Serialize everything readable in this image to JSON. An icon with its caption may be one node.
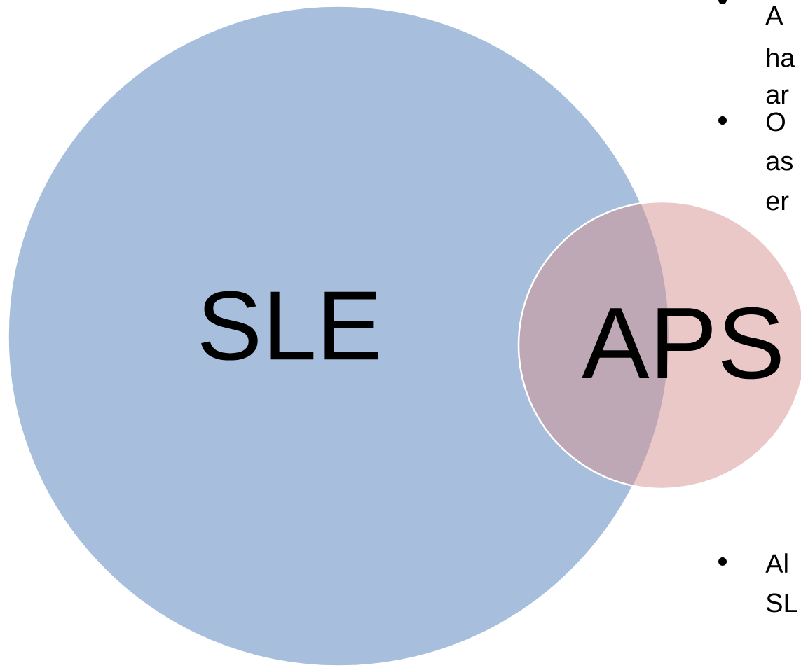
{
  "diagram": {
    "nodes": [
      {
        "text": [
          "SLE"
        ]
      },
      {
        "text": [
          "APS"
        ]
      }
    ],
    "edges": [],
    "labels": [
      "A",
      "ha",
      "ar",
      "O",
      "as",
      "er",
      "Al",
      "SL"
    ]
  }
}
